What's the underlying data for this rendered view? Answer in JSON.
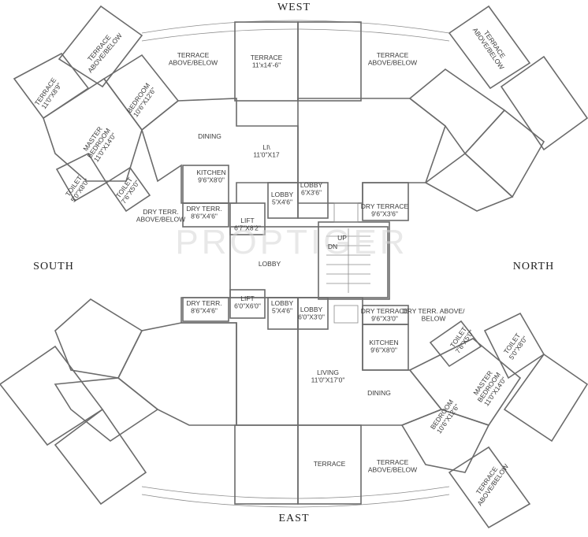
{
  "compass": {
    "west": "WEST",
    "east": "EAST",
    "south": "SOUTH",
    "north": "NORTH"
  },
  "watermark": "PROPTIGER",
  "colors": {
    "yellow_unit": "#f3e8c8",
    "green_unit": "#dfe8cf",
    "core": "#d9d9d9",
    "wall": "#6b6b6b"
  },
  "rooms": {
    "nw_terrace_above": [
      "TERRACE",
      "ABOVE/BELOW"
    ],
    "west_terrace_above_left": [
      "TERRACE",
      "ABOVE/BELOW"
    ],
    "west_terrace": [
      "TERRACE",
      "11'x14'-6\""
    ],
    "west_terrace_above_right": [
      "TERRACE",
      "ABOVE/BELOW"
    ],
    "ne_terrace_above": [
      "TERRACE",
      "ABOVE/BELOW"
    ],
    "sw_terrace": [
      "TERRACE",
      "11'0\"X8'9\""
    ],
    "nw_bedroom": [
      "BEDROOM",
      "10'6\"X12'6\""
    ],
    "nw_master": [
      "MASTER",
      "BEDROOM",
      "11'0\"X14'0\""
    ],
    "nw_dining": [
      "DINING"
    ],
    "nw_living": [
      "LI\\",
      "11'0\"X17"
    ],
    "nw_kitchen": [
      "KITCHEN",
      "9'6\"X8'0\""
    ],
    "nw_toilet1": [
      "TOILET",
      "5'0\"X8'0\""
    ],
    "nw_toilet2": [
      "TOILET",
      "7'6\"X5'0\""
    ],
    "nw_dryterr_above": [
      "DRY TERR.",
      "ABOVE/BELOW"
    ],
    "nw_dryterr": [
      "DRY TERR.",
      "8'6\"X4'6\""
    ],
    "nw_lobby": [
      "LOBBY",
      "5'X4'6\""
    ],
    "ne_lobby": [
      "LOBBY",
      "6'X3'6\""
    ],
    "ne_dryterrace": [
      "DRY TERRACE",
      "9'6\"X3'6\""
    ],
    "lift_top": [
      "LIFT",
      "6'7\"X8'2\""
    ],
    "main_lobby": [
      "LOBBY"
    ],
    "stair_up": [
      "UP"
    ],
    "stair_dn": [
      "DN"
    ],
    "lift_bottom": [
      "LIFT",
      "6'0\"X6'0\""
    ],
    "sw_dryterr": [
      "DRY TERR.",
      "8'6\"X4'6\""
    ],
    "sw_lobby": [
      "LOBBY",
      "5'X4'6\""
    ],
    "se_lobby": [
      "LOBBY",
      "6'0\"X3'0\""
    ],
    "se_dryterrace": [
      "DRY TERRACE",
      "9'6\"X3'0\""
    ],
    "se_dryterr_above": [
      "DRY TERR. ABOVE/",
      "BELOW"
    ],
    "se_kitchen": [
      "KITCHEN",
      "9'6\"X8'0\""
    ],
    "se_toilet1": [
      "TOILET",
      "7'6\"X5'0\""
    ],
    "se_toilet2": [
      "TOILET",
      "5'0\"X8'0\""
    ],
    "se_living": [
      "LIVING",
      "11'0\"X17'0\""
    ],
    "se_dining": [
      "DINING"
    ],
    "se_master": [
      "MASTER",
      "BEDROOM",
      "11'0\"X14'0\""
    ],
    "se_bedroom": [
      "BEDROOM",
      "10'6\"X12'6\""
    ],
    "east_terrace": [
      "TERRACE"
    ],
    "east_terrace_above": [
      "TERRACE",
      "ABOVE/BELOW"
    ],
    "se_terrace_above": [
      "TERRACE",
      "ABOVE/BELOW"
    ]
  }
}
